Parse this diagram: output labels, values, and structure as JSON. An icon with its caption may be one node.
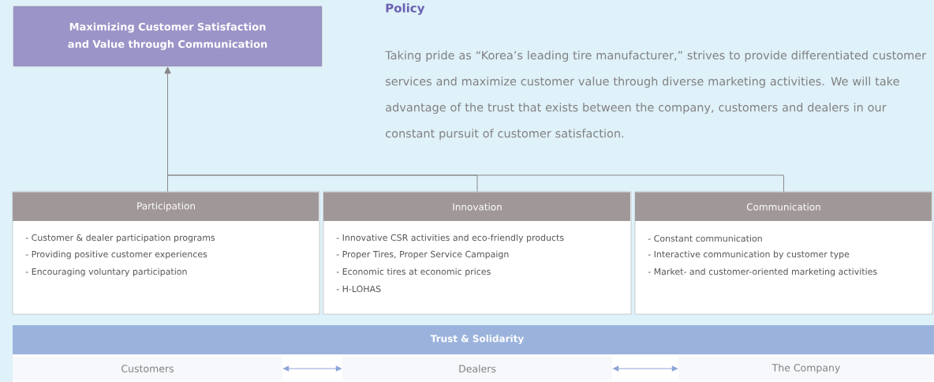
{
  "diagram": {
    "nodes": [
      {
        "text": [
          "Maximizing Customer Satisfaction and Value through Communication"
        ]
      },
      {
        "text": [
          "Participation",
          "- Customer & dealer participation programs",
          "- Providing positive customer experiences",
          "- Encouraging voluntary participation"
        ]
      },
      {
        "text": [
          "Innovation",
          "- Innovative CSR activities and eco-friendly products",
          "- Proper Tires, Proper Service Campaign",
          "- Economic tires at economic prices",
          "- H-LOHAS"
        ]
      },
      {
        "text": [
          "Communication",
          "- Constant communication",
          "- Interactive communication by customer type",
          "- Market- and customer-oriented marketing activities"
        ]
      },
      {
        "text": [
          "Trust & Solidarity"
        ]
      },
      {
        "text": [
          "Customers"
        ],
        "in": 4
      },
      {
        "text": [
          "Dealers"
        ],
        "in": 4
      },
      {
        "text": [
          "The Company"
        ],
        "in": 4
      }
    ],
    "edges": [
      {
        "from": 1,
        "to": 0,
        "arrow": "to"
      },
      {
        "from": 2,
        "to": 0,
        "arrow": "to"
      },
      {
        "from": 3,
        "to": 0,
        "arrow": "to"
      },
      {
        "from": 5,
        "to": 6,
        "arrow": "both",
        "color": "#8ea4d8"
      },
      {
        "from": 6,
        "to": 7,
        "arrow": "both",
        "color": "#8ea4d8"
      }
    ],
    "labels": [
      "Policy",
      "Taking pride as “Korea’s leading tire manufacturer,” strives to provide differentiated customer services and maximize customer value through diverse marketing activities. We will take advantage of the trust that exists between the company, customers and dealers in our constant pursuit of customer satisfaction."
    ]
  }
}
